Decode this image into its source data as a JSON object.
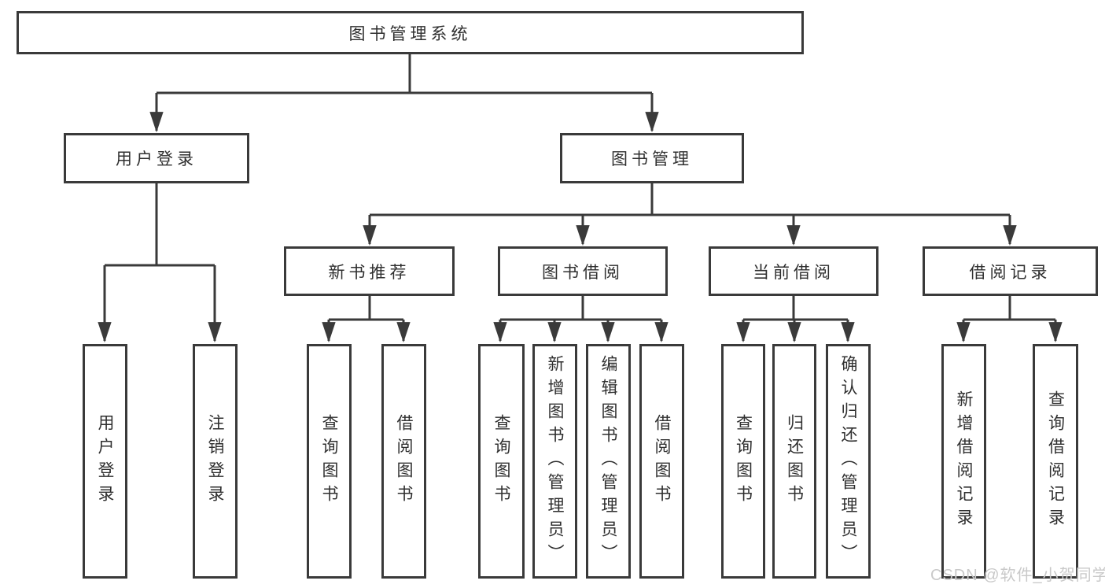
{
  "tree": {
    "root": {
      "label": "图书管理系统"
    },
    "children": [
      {
        "label": "用户登录",
        "children": [
          {
            "label": "用户登录"
          },
          {
            "label": "注销登录"
          }
        ]
      },
      {
        "label": "图书管理",
        "children": [
          {
            "label": "新书推荐",
            "children": [
              {
                "label": "查询图书"
              },
              {
                "label": "借阅图书"
              }
            ]
          },
          {
            "label": "图书借阅",
            "children": [
              {
                "label": "查询图书"
              },
              {
                "label": "新增图书（管理员）"
              },
              {
                "label": "编辑图书（管理员）"
              },
              {
                "label": "借阅图书"
              }
            ]
          },
          {
            "label": "当前借阅",
            "children": [
              {
                "label": "查询图书"
              },
              {
                "label": "归还图书"
              },
              {
                "label": "确认归还（管理员）"
              }
            ]
          },
          {
            "label": "借阅记录",
            "children": [
              {
                "label": "新增借阅记录"
              },
              {
                "label": "查询借阅记录"
              }
            ]
          }
        ]
      }
    ]
  },
  "watermark": {
    "text": "CSDN @软件_小贺同学"
  },
  "colors": {
    "line": "#3a3a3a",
    "text": "#2f2f2f",
    "box_background": "#ffffff",
    "watermark": "#c9c9c9"
  }
}
